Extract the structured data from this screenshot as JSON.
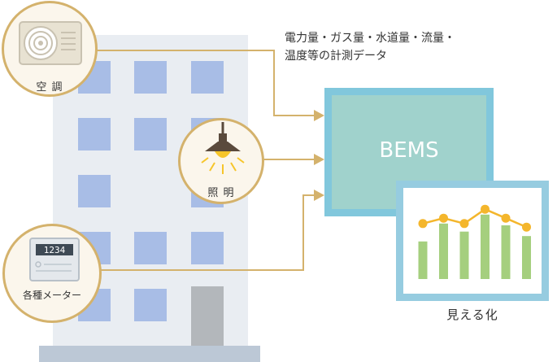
{
  "caption": "電力量・ガス量・水道量・流量・\n温度等の計測データ",
  "bems_label": "BEMS",
  "visualization_label": "見える化",
  "sources": {
    "air_conditioning": "空 調",
    "lighting": "照 明",
    "meters": "各種メーター"
  },
  "meter_digits": "1234",
  "colors": {
    "connector": "#d4b26c",
    "bems_fill": "#a0d2cc",
    "bems_border": "#81c7dc",
    "viz_border": "#96cce0",
    "bar": "#a5cf7e",
    "line_point": "#f4b62c",
    "window": "#a8bde6",
    "building": "#e9edf2"
  },
  "mini_chart": {
    "type": "bar+line",
    "bars": [
      0.42,
      0.62,
      0.53,
      0.72,
      0.6,
      0.48
    ],
    "line": [
      0.62,
      0.68,
      0.62,
      0.78,
      0.68,
      0.58
    ]
  }
}
